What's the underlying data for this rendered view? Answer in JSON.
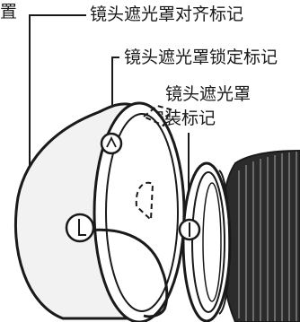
{
  "labels": {
    "partial_left": "置",
    "alignment_mark": "镜头遮光罩对齐标记",
    "lock_mark": "镜头遮光罩锁定标记",
    "mount_mark_line1": "镜头遮光罩",
    "mount_mark_line2": "安装标记"
  },
  "colors": {
    "ink": "#1a1a1a",
    "hood_fill": "#f2f2f2",
    "lens_dark": "#2b2b2b",
    "lens_ridge": "#6a6a6a",
    "mark_circle_fill": "#ffffff"
  },
  "icons": [
    "alignment-mark-icon",
    "lock-mark-icon",
    "mount-mark-icon"
  ]
}
